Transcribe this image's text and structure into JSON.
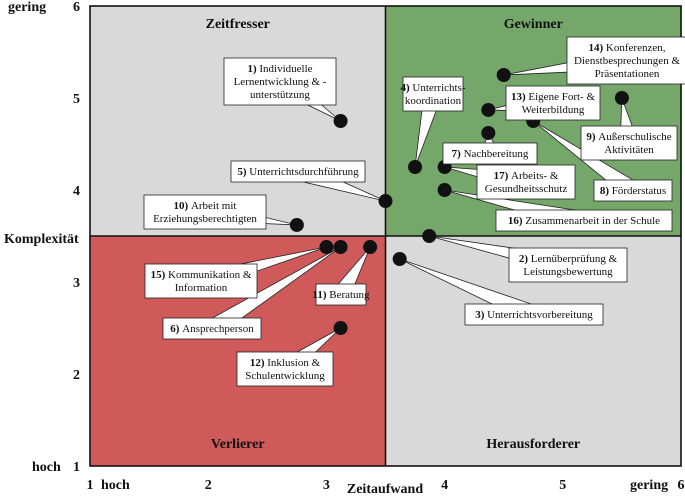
{
  "chart_data": {
    "type": "scatter",
    "xlabel": "Zeitaufwand",
    "ylabel": "Komplexität",
    "xlim": [
      1,
      6
    ],
    "ylim": [
      1,
      6
    ],
    "x_ticks": [
      "1",
      "2",
      "3",
      "4",
      "5",
      "6"
    ],
    "y_ticks": [
      "1",
      "2",
      "3",
      "4",
      "5",
      "6"
    ],
    "x_end_labels": {
      "low": "hoch",
      "high": "gering"
    },
    "y_end_labels": {
      "low": "hoch",
      "high": "gering"
    },
    "divider": {
      "x": 3.5,
      "y": 3.5
    },
    "quadrants": [
      {
        "name": "Zeitfresser",
        "position": "top-left",
        "color": "#d9d9d9"
      },
      {
        "name": "Gewinner",
        "position": "top-right",
        "color": "#76a76a"
      },
      {
        "name": "Verlierer",
        "position": "bottom-left",
        "color": "#d05a5a"
      },
      {
        "name": "Herausforderer",
        "position": "bottom-right",
        "color": "#d9d9d9"
      }
    ],
    "points": [
      {
        "id": "1)",
        "name": "Individuelle Lernentwicklung & -unterstützung",
        "lines": [
          "Individuelle",
          "Lernentwicklung & -",
          "unterstützung"
        ],
        "x": 3.12,
        "y": 4.75
      },
      {
        "id": "2)",
        "name": "Lernüberprüfung & Leistungsbewertung",
        "lines": [
          "Lernüberprüfung &",
          "Leistungsbewertung"
        ],
        "x": 3.87,
        "y": 3.5
      },
      {
        "id": "3)",
        "name": "Unterrichtsvorbereitung",
        "lines": [
          "Unterrichtsvorbereitung"
        ],
        "x": 3.62,
        "y": 3.25
      },
      {
        "id": "4)",
        "name": "Unterrichts-koordination",
        "lines": [
          "Unterrichts-",
          "koordination"
        ],
        "x": 3.75,
        "y": 4.25
      },
      {
        "id": "5)",
        "name": "Unterrichtsdurchführung",
        "lines": [
          "Unterrichtsdurchführung"
        ],
        "x": 3.5,
        "y": 3.88
      },
      {
        "id": "6)",
        "name": "Ansprechperson",
        "lines": [
          "Ansprechperson"
        ],
        "x": 3.12,
        "y": 3.38
      },
      {
        "id": "7)",
        "name": "Nachbereitung",
        "lines": [
          "Nachbereitung"
        ],
        "x": 4.37,
        "y": 4.62
      },
      {
        "id": "8)",
        "name": "Förderstatus",
        "lines": [
          "Förderstatus"
        ],
        "x": 4.75,
        "y": 4.75
      },
      {
        "id": "9)",
        "name": "Außerschulische Aktivitäten",
        "lines": [
          "Außerschulische",
          "Aktivitäten"
        ],
        "x": 5.5,
        "y": 5.0
      },
      {
        "id": "10)",
        "name": "Arbeit mit Erziehungsberechtigten",
        "lines": [
          "Arbeit mit",
          "Erziehungsberechtigten"
        ],
        "x": 2.75,
        "y": 3.62
      },
      {
        "id": "11)",
        "name": "Beratung",
        "lines": [
          "Beratung"
        ],
        "x": 3.37,
        "y": 3.38
      },
      {
        "id": "12)",
        "name": "Inklusion & Schulentwicklung",
        "lines": [
          "Inklusion &",
          "Schulentwicklung"
        ],
        "x": 3.12,
        "y": 2.5
      },
      {
        "id": "13)",
        "name": "Eigene Fort- & Weiterbildung",
        "lines": [
          "Eigene Fort- &",
          "Weiterbildung"
        ],
        "x": 4.37,
        "y": 4.87
      },
      {
        "id": "14)",
        "name": "Konferenzen, Dienstbesprechungen & Präsentationen",
        "lines": [
          "Konferenzen,",
          "Dienstbesprechungen &",
          "Präsentationen"
        ],
        "x": 4.5,
        "y": 5.25
      },
      {
        "id": "15)",
        "name": "Kommunikation & Information",
        "lines": [
          "Kommunikation &",
          "Information"
        ],
        "x": 3.0,
        "y": 3.38
      },
      {
        "id": "16)",
        "name": "Zusammenarbeit in der Schule",
        "lines": [
          "Zusammenarbeit in der Schule"
        ],
        "x": 4.0,
        "y": 4.0
      },
      {
        "id": "17)",
        "name": "Arbeits- & Gesundheitsschutz",
        "lines": [
          "Arbeits- &",
          "Gesundheitsschutz"
        ],
        "x": 4.0,
        "y": 4.25
      }
    ]
  }
}
